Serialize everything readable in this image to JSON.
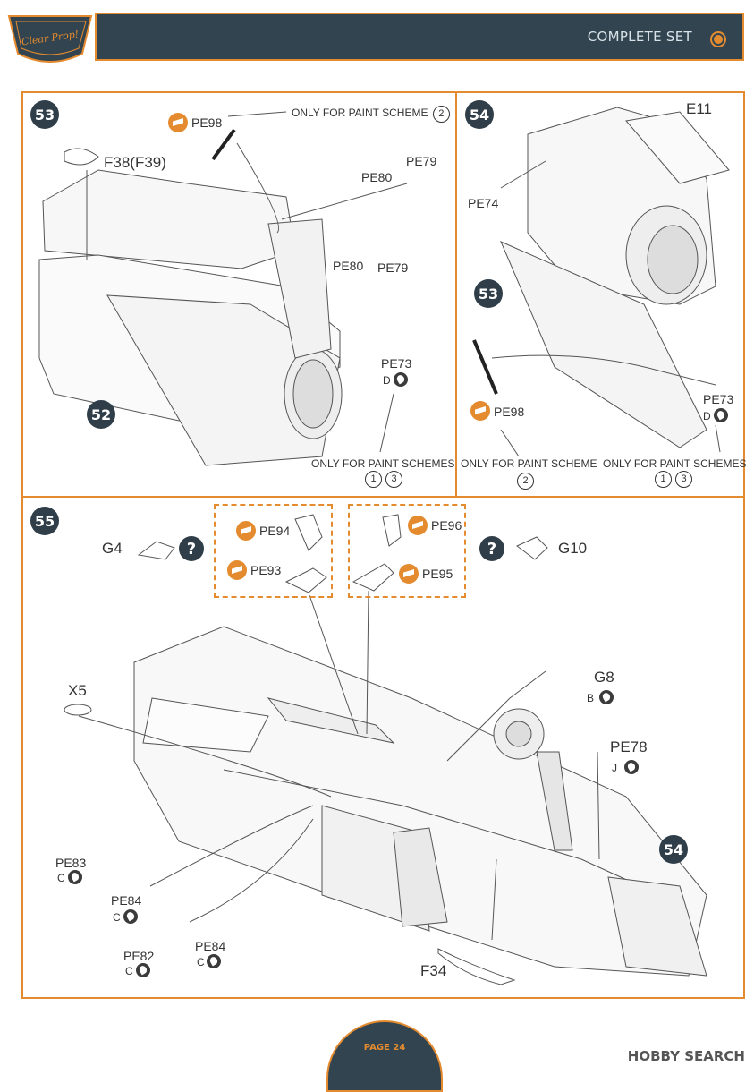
{
  "header": {
    "title": "COMPLETE SET",
    "brand": "Clear Prop!"
  },
  "footer": {
    "page": "PAGE 24",
    "watermark": "HOBBY SEARCH"
  },
  "colors": {
    "accent": "#e48b2f",
    "dark": "#32444f"
  },
  "steps": {
    "s53": {
      "badge": "53",
      "part_top": "F38(F39)",
      "pe98": "PE98",
      "note_top": "ONLY FOR PAINT SCHEME",
      "note_top_scheme": "2",
      "pe80a": "PE80",
      "pe79a": "PE79",
      "pe80b": "PE80",
      "pe79b": "PE79",
      "pe73": "PE73",
      "pe73_color": "D",
      "note_bottom": "ONLY FOR PAINT SCHEMES",
      "schemes": [
        "1",
        "3"
      ],
      "ref": "52"
    },
    "s54": {
      "badge": "54",
      "part": "E11",
      "pe74": "PE74",
      "ref": "53",
      "pe98": "PE98",
      "note_left": "ONLY FOR PAINT SCHEME",
      "note_left_scheme": "2",
      "pe73": "PE73",
      "pe73_color": "D",
      "note_right": "ONLY FOR PAINT SCHEMES",
      "schemes": [
        "1",
        "3"
      ]
    },
    "s55": {
      "badge": "55",
      "g4": "G4",
      "g10": "G10",
      "pe94": "PE94",
      "pe93": "PE93",
      "pe96": "PE96",
      "pe95": "PE95",
      "x5": "X5",
      "g8": "G8",
      "g8_color": "B",
      "pe78": "PE78",
      "pe78_color": "J",
      "pe83": "PE83",
      "pe83_color": "C",
      "pe84a": "PE84",
      "pe84a_color": "C",
      "pe82": "PE82",
      "pe82_color": "C",
      "pe84b": "PE84",
      "pe84b_color": "C",
      "f34": "F34",
      "ref": "54",
      "question": "?"
    }
  }
}
